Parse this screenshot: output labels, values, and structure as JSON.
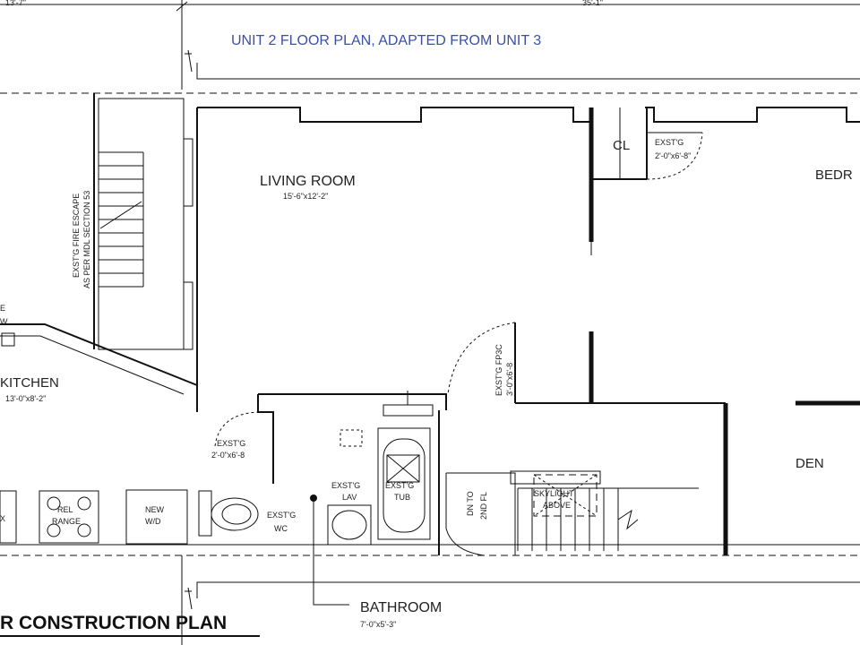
{
  "header": {
    "title": "UNIT 2 FLOOR PLAN, ADAPTED FROM UNIT 3",
    "dim_left": "13'-7\"",
    "dim_right": "35'-1\""
  },
  "rooms": {
    "living_room": {
      "name": "LIVING ROOM",
      "size": "15'-6\"x12'-2\""
    },
    "kitchen": {
      "name": "KITCHEN",
      "size": "13'-0\"x8'-2\""
    },
    "bathroom": {
      "name": "BATHROOM",
      "size": "7'-0\"x5'-3\""
    },
    "den": {
      "name": "DEN"
    },
    "bedroom": {
      "name": "BEDR"
    },
    "closet": {
      "name": "CL"
    }
  },
  "notes": {
    "fire_escape_1": "EXST'G FIRE ESCAPE",
    "fire_escape_2": "AS PER MDL SECTION 53",
    "closet_door_1": "EXST'G",
    "closet_door_2": "2'-0\"x6'-8\"",
    "bath_door_1": "EXST'G",
    "bath_door_2": "2'-0\"x6'-8",
    "fp_door_1": "EXST'G FP3C",
    "fp_door_2": "3'-0\"x6'-8",
    "wc_1": "EXST'G",
    "wc_2": "WC",
    "lav_1": "EXST'G",
    "lav_2": "LAV",
    "tub_1": "EXST'G",
    "tub_2": "TUB",
    "stair_1": "DN TO",
    "stair_2": "2ND FL",
    "skylight_1": "SKYLIGHT",
    "skylight_2": "ABOVE",
    "range_1": "REL",
    "range_2": "RANGE",
    "wd_1": "NEW",
    "wd_2": "W/D",
    "left_edge_1": "E",
    "left_edge_2": "W",
    "left_fixture": "X"
  },
  "footer": {
    "plan_title": "R CONSTRUCTION PLAN"
  }
}
